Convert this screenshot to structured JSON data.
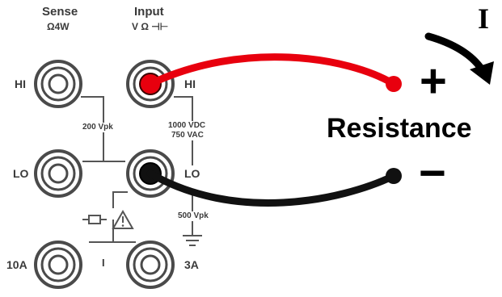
{
  "panel": {
    "sense_title": "Sense",
    "sense_sub": "Ω4W",
    "input_title": "Input",
    "input_sub": "V Ω ⊣⊢",
    "hi_left": "HI",
    "lo_left": "LO",
    "hi_right": "HI",
    "lo_right": "LO",
    "amp10": "10A",
    "amp3": "3A",
    "current_tag": "I",
    "rating_200": "200 Vpk",
    "rating_1000": "1000 VDC",
    "rating_750": "750 VAC",
    "rating_500": "500 Vpk"
  },
  "circuit": {
    "current_label": "I",
    "plus": "+",
    "minus": "−",
    "component": "Resistance"
  },
  "colors": {
    "red_lead": "#e8000e",
    "black_lead": "#111111",
    "jack_ring": "#4a4a4a"
  }
}
